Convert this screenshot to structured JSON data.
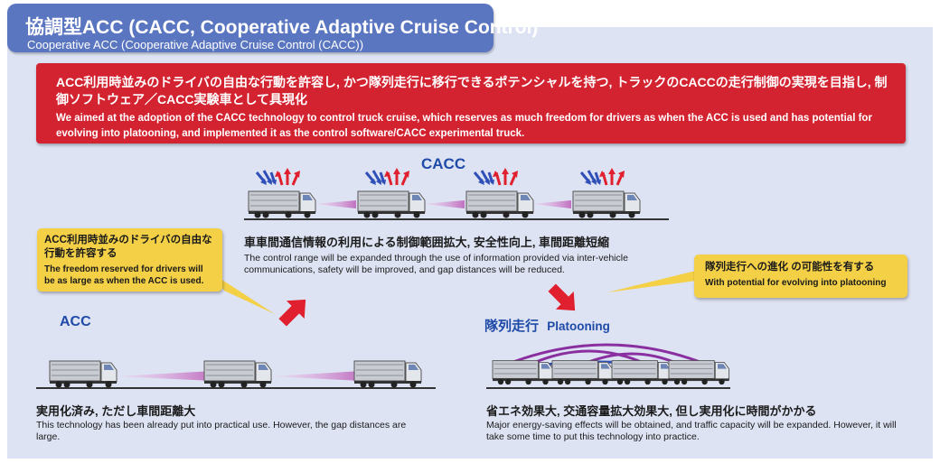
{
  "header": {
    "title": "協調型ACC (CACC, Cooperative Adaptive Cruise Control)",
    "subtitle": "Cooperative ACC (Cooperative Adaptive Cruise Control (CACC))"
  },
  "banner": {
    "jp": "ACC利用時並みのドライバの自由な行動を許容し, かつ隊列走行に移行できるポテンシャルを持つ, トラックのCACCの走行制御の実現を目指し, 制御ソフトウェア／CACC実験車として具現化",
    "en": "We aimed at the adoption of the CACC technology to control truck cruise, which reserves as much freedom for drivers as when the ACC is used and has potential for evolving into platooning, and implemented it as the control software/CACC experimental truck."
  },
  "cacc": {
    "label": "CACC",
    "jp": "車車間通信情報の利用による制御範囲拡大, 安全性向上, 車間距離短縮",
    "en": "The control range will be expanded through the use of information provided via inter-vehicle communications, safety will be improved, and gap distances will be reduced."
  },
  "callout_left": {
    "jp": "ACC利用時並みのドライバの自由な行動を許容する",
    "en": "The freedom reserved for drivers will be as large as when the ACC is used."
  },
  "callout_right": {
    "jp": "隊列走行への進化 の可能性を有する",
    "en": "With potential for evolving into platooning"
  },
  "acc": {
    "label": "ACC",
    "jp": "実用化済み, ただし車間距離大",
    "en": "This technology has been already put into practical use. However, the gap distances are large."
  },
  "platoon": {
    "label_jp": "隊列走行",
    "label_en": "Platooning",
    "jp": "省エネ効果大, 交通容量拡大効果大, 但し実用化に時間がかかる",
    "en": "Major energy-saving effects will be obtained, and traffic capacity will be expanded. However, it will take some time to put this technology into practice."
  },
  "colors": {
    "title_tab": "#5b76c1",
    "banner_red": "#d42330",
    "callout_yellow": "#f4d047",
    "label_blue": "#1f4aa8",
    "arrow_red": "#e0202e",
    "arrow_blue": "#2f4fb8",
    "sensor_beam": "#c070c0"
  }
}
